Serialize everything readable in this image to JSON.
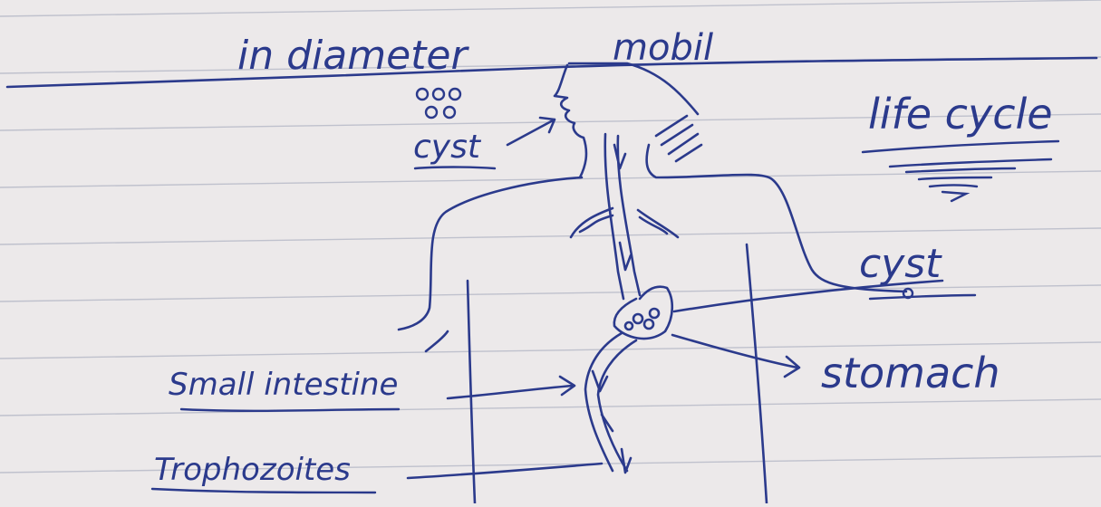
{
  "header": {
    "left_text": "in diameter",
    "right_text": "mobil"
  },
  "title": "life cycle",
  "labels": {
    "cyst_top": "cyst",
    "cyst_right": "cyst",
    "stomach": "stomach",
    "small_intestine": "Small intestine",
    "trophozoites": "Trophozoites"
  },
  "colors": {
    "paper": "#ece9ea",
    "rule_line": "#9aa0b4",
    "ink": "#2b3a8c"
  }
}
